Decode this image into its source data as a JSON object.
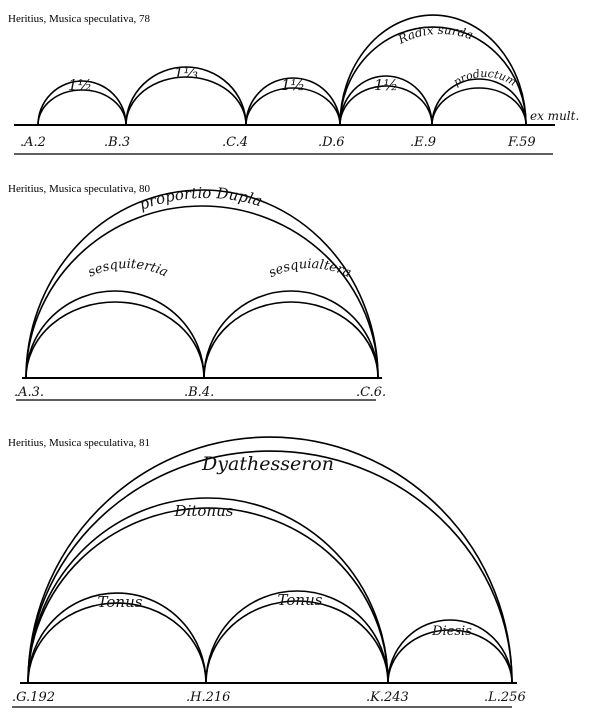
{
  "figures": [
    {
      "caption": "Heritius, Musica speculativa, 78",
      "points": [
        {
          "label": ".A.2"
        },
        {
          "label": ".B.3"
        },
        {
          "label": ".C.4"
        },
        {
          "label": ".D.6"
        },
        {
          "label": ".E.9"
        },
        {
          "label": "F.59"
        }
      ],
      "end_label": "ex mult.",
      "arcs": [
        {
          "label": "1½"
        },
        {
          "label": "1⅓"
        },
        {
          "label": "1½"
        },
        {
          "label": "1½"
        },
        {
          "label": "productum"
        },
        {
          "label": "Radix surda"
        }
      ]
    },
    {
      "caption": "Heritius, Musica speculativa, 80",
      "points": [
        {
          "label": ".A.3."
        },
        {
          "label": ".B.4."
        },
        {
          "label": ".C.6."
        }
      ],
      "arcs": [
        {
          "label": "sesquitertia"
        },
        {
          "label": "sesquialtera"
        },
        {
          "label": "proportio Dupla"
        }
      ]
    },
    {
      "caption": "Heritius, Musica speculativa, 81",
      "points": [
        {
          "label": ".G.192"
        },
        {
          "label": ".H.216"
        },
        {
          "label": ".K.243"
        },
        {
          "label": ".L.256"
        }
      ],
      "arcs": [
        {
          "label": "Tonus"
        },
        {
          "label": "Tonus"
        },
        {
          "label": "Diesis"
        },
        {
          "label": "Ditonus"
        },
        {
          "label": "Dyathesseron"
        }
      ]
    }
  ]
}
